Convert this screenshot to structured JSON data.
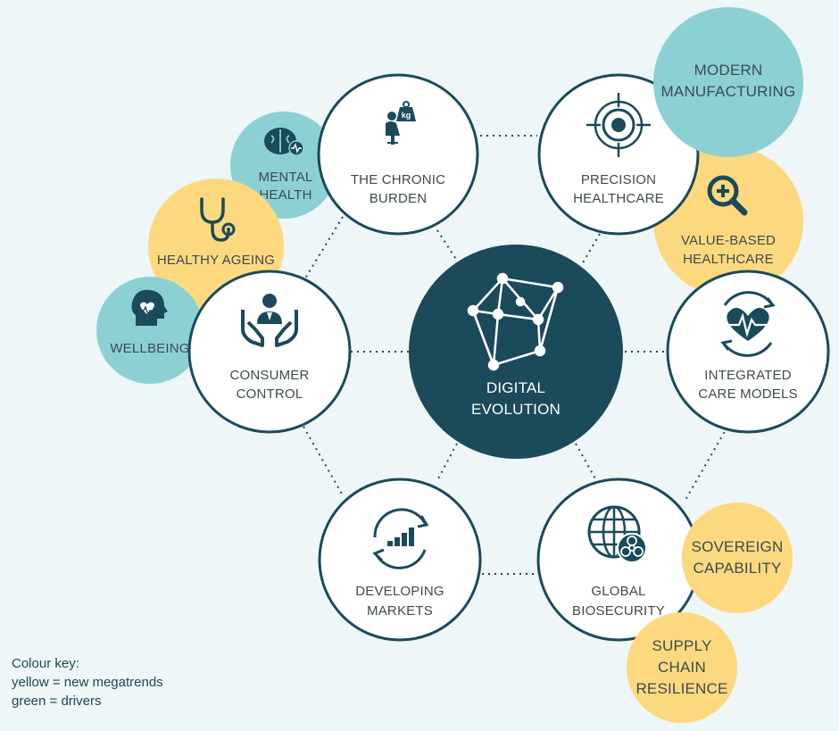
{
  "colors": {
    "background": "#eef6f7",
    "dark_teal": "#1b4a5a",
    "yellow": "#fcd97f",
    "green": "#8bd1d3",
    "white": "#ffffff",
    "text": "#3d4a52"
  },
  "center": {
    "line1": "DIGITAL",
    "line2": "EVOLUTION",
    "icon": "network-polygon-icon"
  },
  "nodes": {
    "chronic": {
      "line1": "THE CHRONIC",
      "line2": "BURDEN",
      "icon": "weight-person-icon"
    },
    "precision": {
      "line1": "PRECISION",
      "line2": "HEALTHCARE",
      "icon": "crosshair-target-icon"
    },
    "integrated": {
      "line1": "INTEGRATED",
      "line2": "CARE MODELS",
      "icon": "heart-cycle-icon"
    },
    "biosecurity": {
      "line1": "GLOBAL",
      "line2": "BIOSECURITY",
      "icon": "globe-biohazard-icon"
    },
    "developing": {
      "line1": "DEVELOPING",
      "line2": "MARKETS",
      "icon": "growth-chart-cycle-icon"
    },
    "consumer": {
      "line1": "CONSUMER",
      "line2": "CONTROL",
      "icon": "hands-person-icon"
    }
  },
  "bubbles": {
    "mental": {
      "line1": "MENTAL",
      "line2": "HEALTH",
      "icon": "brain-icon"
    },
    "ageing": {
      "line1": "HEALTHY AGEING",
      "icon": "stethoscope-icon"
    },
    "wellbeing": {
      "line1": "WELLBEING",
      "icon": "head-heart-icon"
    },
    "manufacturing": {
      "line1": "MODERN",
      "line2": "MANUFACTURING"
    },
    "value": {
      "line1": "VALUE-BASED",
      "line2": "HEALTHCARE",
      "icon": "magnifier-plus-icon"
    },
    "sovereign": {
      "line1": "SOVEREIGN",
      "line2": "CAPABILITY"
    },
    "supply": {
      "line1": "SUPPLY",
      "line2": "CHAIN",
      "line3": "RESILIENCE"
    }
  },
  "key": {
    "title": "Colour key:",
    "yellow": "yellow = new megatrends",
    "green": "green = drivers"
  }
}
